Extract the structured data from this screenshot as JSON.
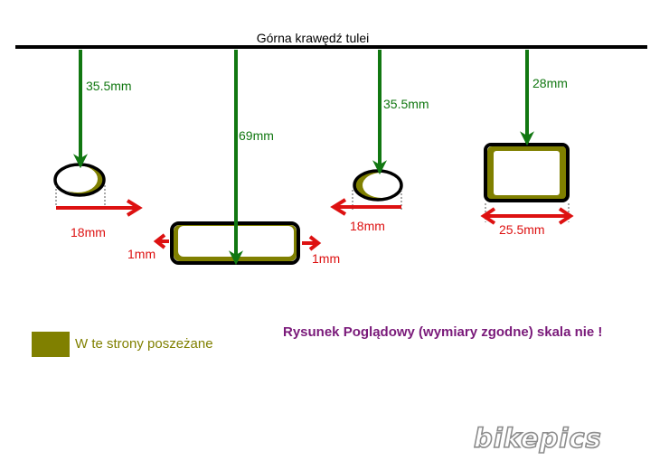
{
  "title": "Górna krawędź tulei",
  "holes": [
    {
      "id": "hole-1",
      "depth_label": "35.5mm",
      "width_label": "18mm"
    },
    {
      "id": "hole-2",
      "depth_label": "69mm",
      "side_left_label": "1mm",
      "side_right_label": "1mm"
    },
    {
      "id": "hole-3",
      "depth_label": "35.5mm",
      "width_label": "18mm"
    },
    {
      "id": "hole-4",
      "depth_label": "28mm",
      "width_label": "25.5mm"
    }
  ],
  "legend": {
    "label": "W te strony poszeżane"
  },
  "note": "Rysunek Poglądowy (wymiary zgodne) skala nie !",
  "logo": "bikepics",
  "colors": {
    "line": "#000000",
    "depth_arrow": "#117711",
    "width_arrow": "#dd1111",
    "wear": "#808000",
    "note": "#7a1a7a",
    "logo_stroke": "#8c8c8c"
  }
}
